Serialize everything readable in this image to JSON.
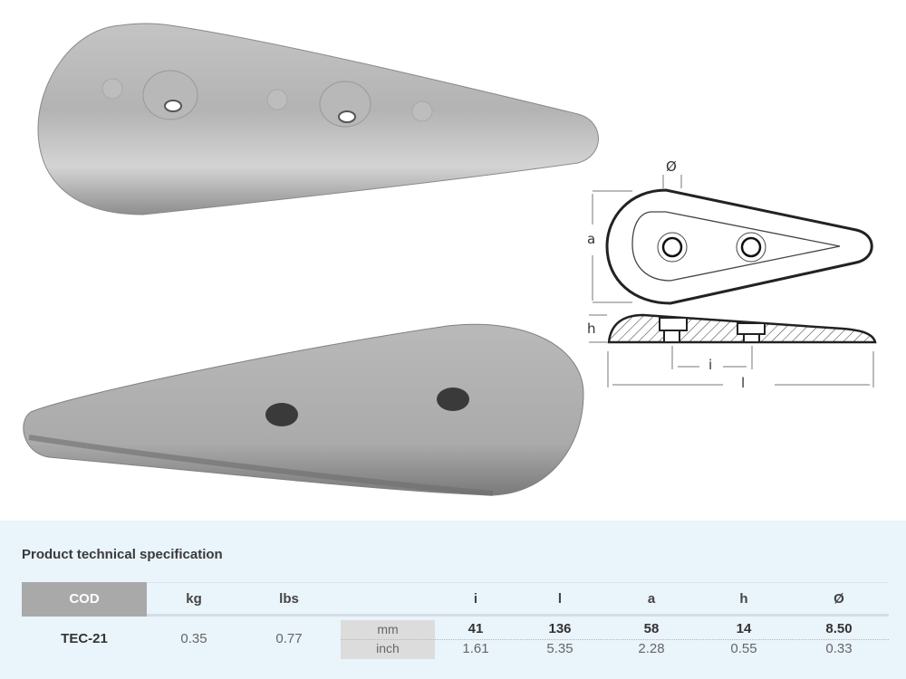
{
  "images": {
    "top_photo": {
      "alt": "Teardrop zinc anode, top view with two countersunk mounting holes"
    },
    "bottom_photo": {
      "alt": "Teardrop zinc anode, underside view with two holes"
    },
    "drawing": {
      "labels": {
        "diameter": "Ø",
        "a": "a",
        "h": "h",
        "i": "i",
        "l": "l"
      }
    }
  },
  "spec": {
    "title": "Product technical specification",
    "headers": {
      "cod": "COD",
      "kg": "kg",
      "lbs": "lbs",
      "i": "i",
      "l": "l",
      "a": "a",
      "h": "h",
      "diameter": "Ø"
    },
    "row": {
      "cod": "TEC-21",
      "kg": "0.35",
      "lbs": "0.77",
      "units": {
        "mm": "mm",
        "inch": "inch"
      },
      "mm": {
        "i": "41",
        "l": "136",
        "a": "58",
        "h": "14",
        "diameter": "8.50"
      },
      "inch": {
        "i": "1.61",
        "l": "5.35",
        "a": "2.28",
        "h": "0.55",
        "diameter": "0.33"
      }
    }
  },
  "colors": {
    "panel_bg": "#eaf4fb",
    "cod_header_bg": "#a9a9a9",
    "unit_box_bg": "#dcdcdc"
  }
}
